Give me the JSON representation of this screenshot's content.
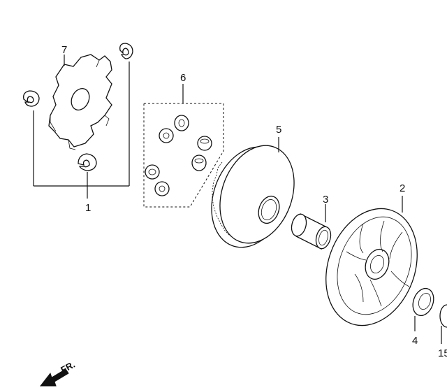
{
  "callouts": {
    "c1": "1",
    "c2": "2",
    "c3": "3",
    "c4": "4",
    "c5": "5",
    "c6": "6",
    "c7": "7",
    "c15": "15"
  },
  "direction_marker": {
    "text": "FR.",
    "icon": "arrow-icon"
  },
  "colors": {
    "line": "#111111",
    "background": "#ffffff"
  }
}
